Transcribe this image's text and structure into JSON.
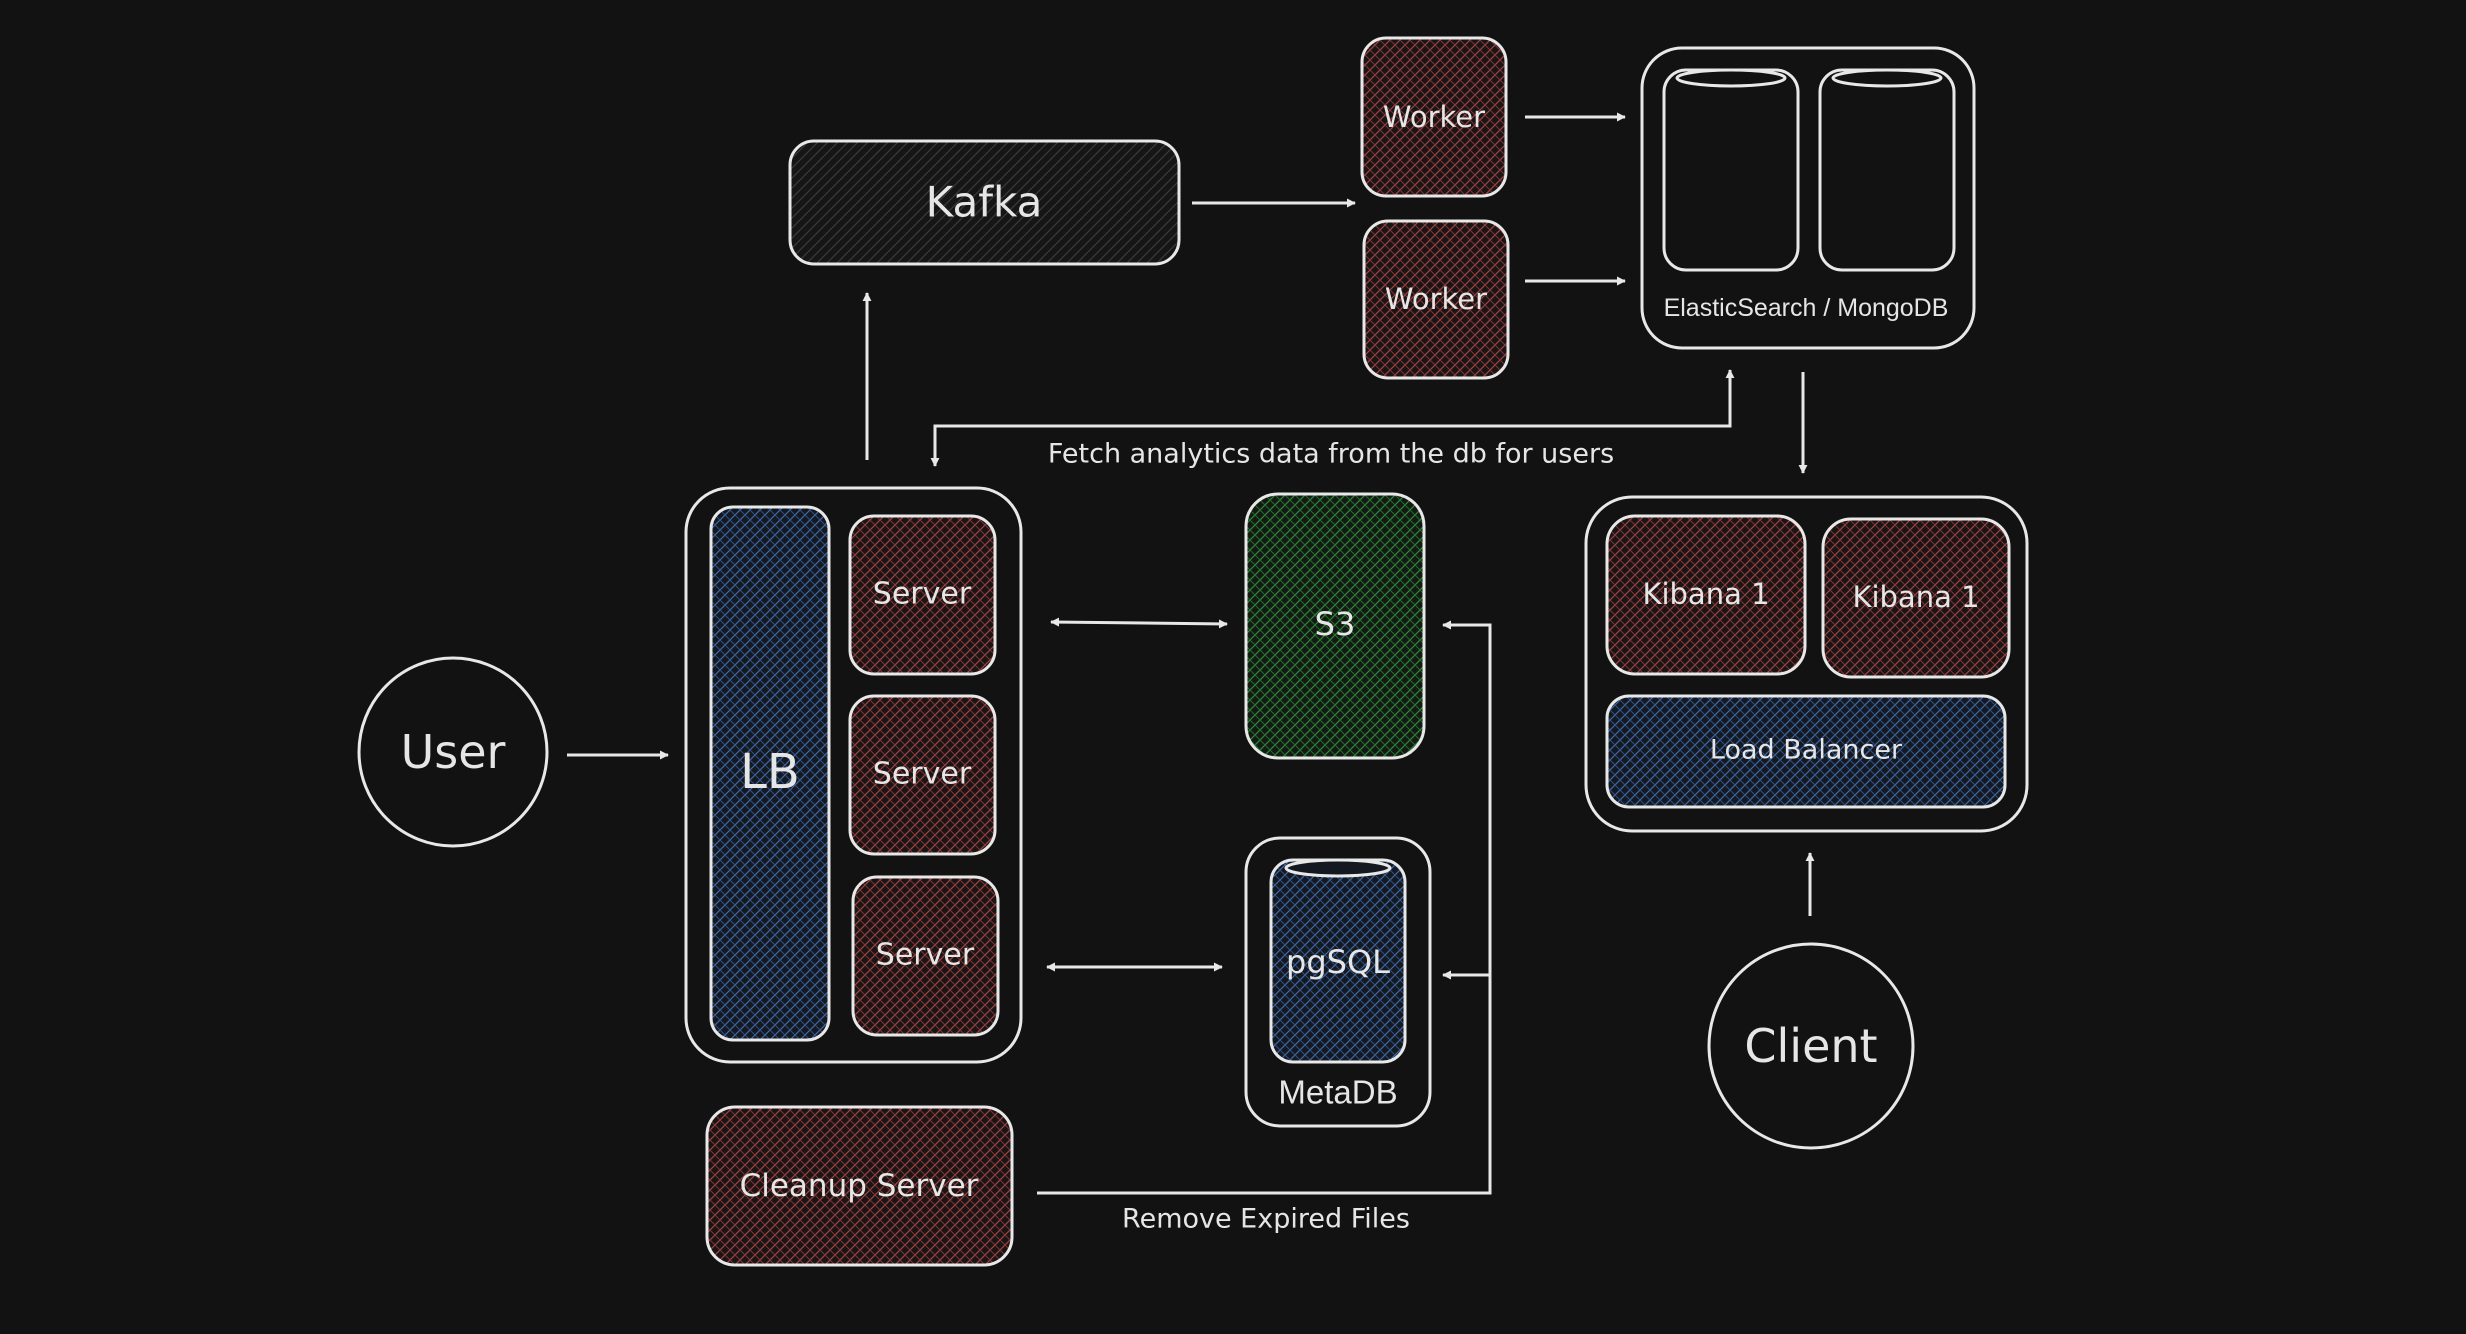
{
  "colors": {
    "background": "#121212",
    "stroke": "#e8e8e8",
    "red_fill": "#b04848",
    "blue_fill": "#3f6aa8",
    "green_fill": "#2f8a3a"
  },
  "nodes": {
    "user": "User",
    "lb": "LB",
    "server_1": "Server",
    "server_2": "Server",
    "server_3": "Server",
    "kafka": "Kafka",
    "worker_1": "Worker",
    "worker_2": "Worker",
    "es_mongo": "ElasticSearch / MongoDB",
    "s3": "S3",
    "pgsql": "pgSQL",
    "metadb": "MetaDB",
    "cleanup_server": "Cleanup Server",
    "kibana_1": "Kibana 1",
    "kibana_2": "Kibana 1",
    "load_balancer": "Load Balancer",
    "client": "Client"
  },
  "edge_labels": {
    "fetch_analytics": "Fetch analytics data from the db for users",
    "remove_expired": "Remove Expired Files"
  }
}
